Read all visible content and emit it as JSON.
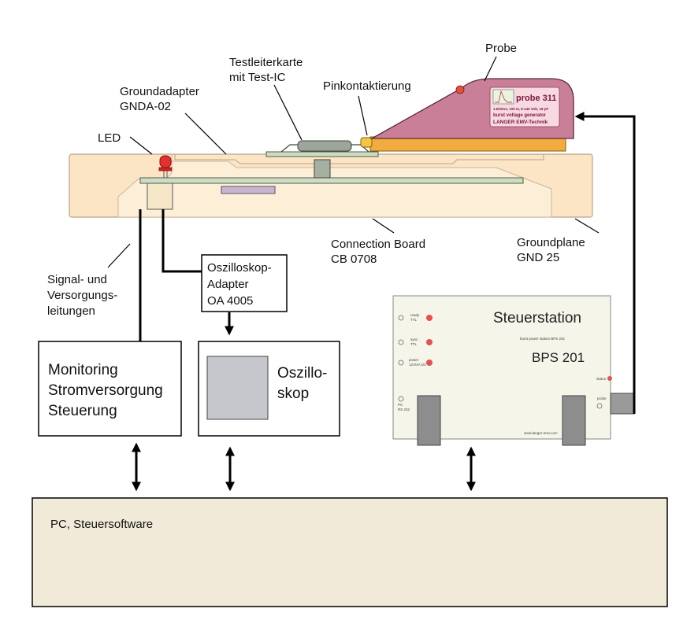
{
  "labels": {
    "probe": "Probe",
    "testleiterkarte_1": "Testleiterkarte",
    "testleiterkarte_2": "mit Test-IC",
    "pinkontaktierung": "Pinkontaktierung",
    "groundadapter_1": "Groundadapter",
    "groundadapter_2": "GNDA-02",
    "led": "LED",
    "connection_board_1": "Connection Board",
    "connection_board_2": "CB 0708",
    "groundplane_1": "Groundplane",
    "groundplane_2": "GND 25",
    "signal_1": "Signal- und",
    "signal_2": "Versorgungs-",
    "signal_3": "leitungen"
  },
  "probe_device": {
    "name": "probe 311",
    "spec": "1.5/20ns, 100 Ω, 5-140 Volt, 18 pF",
    "desc": "burst voltage generator",
    "brand": "LANGER EMV-Technik"
  },
  "oszilloskop_adapter": {
    "line1": "Oszilloskop-",
    "line2": "Adapter",
    "line3": "OA 4005"
  },
  "monitoring": {
    "line1": "Monitoring",
    "line2": "Stromversorgung",
    "line3": "Steuerung"
  },
  "oszilloskop": {
    "line1": "Oszillo-",
    "line2": "skop"
  },
  "steuerstation": {
    "title": "Steuerstation",
    "subtitle": "burst power station BPS 201",
    "model": "BPS 201",
    "ready": "ready",
    "ready_ttl": "TTL",
    "sync": "sync",
    "sync_ttl": "TTL",
    "power": "power",
    "power_v": "12V/4A DC",
    "pc": "PC",
    "rs232": "RS 232",
    "status": "status",
    "probe": "probe",
    "url": "www.langer-emv.com"
  },
  "pc": {
    "label": "PC, Steuersoftware"
  },
  "colors": {
    "board": "#fbe5c5",
    "probe": "#c97f97",
    "probe_base": "#f2ab3d",
    "pc_box": "#f2ead9",
    "station": "#f5f5ea",
    "screen": "#c5c7cc",
    "led": "#e53030"
  }
}
